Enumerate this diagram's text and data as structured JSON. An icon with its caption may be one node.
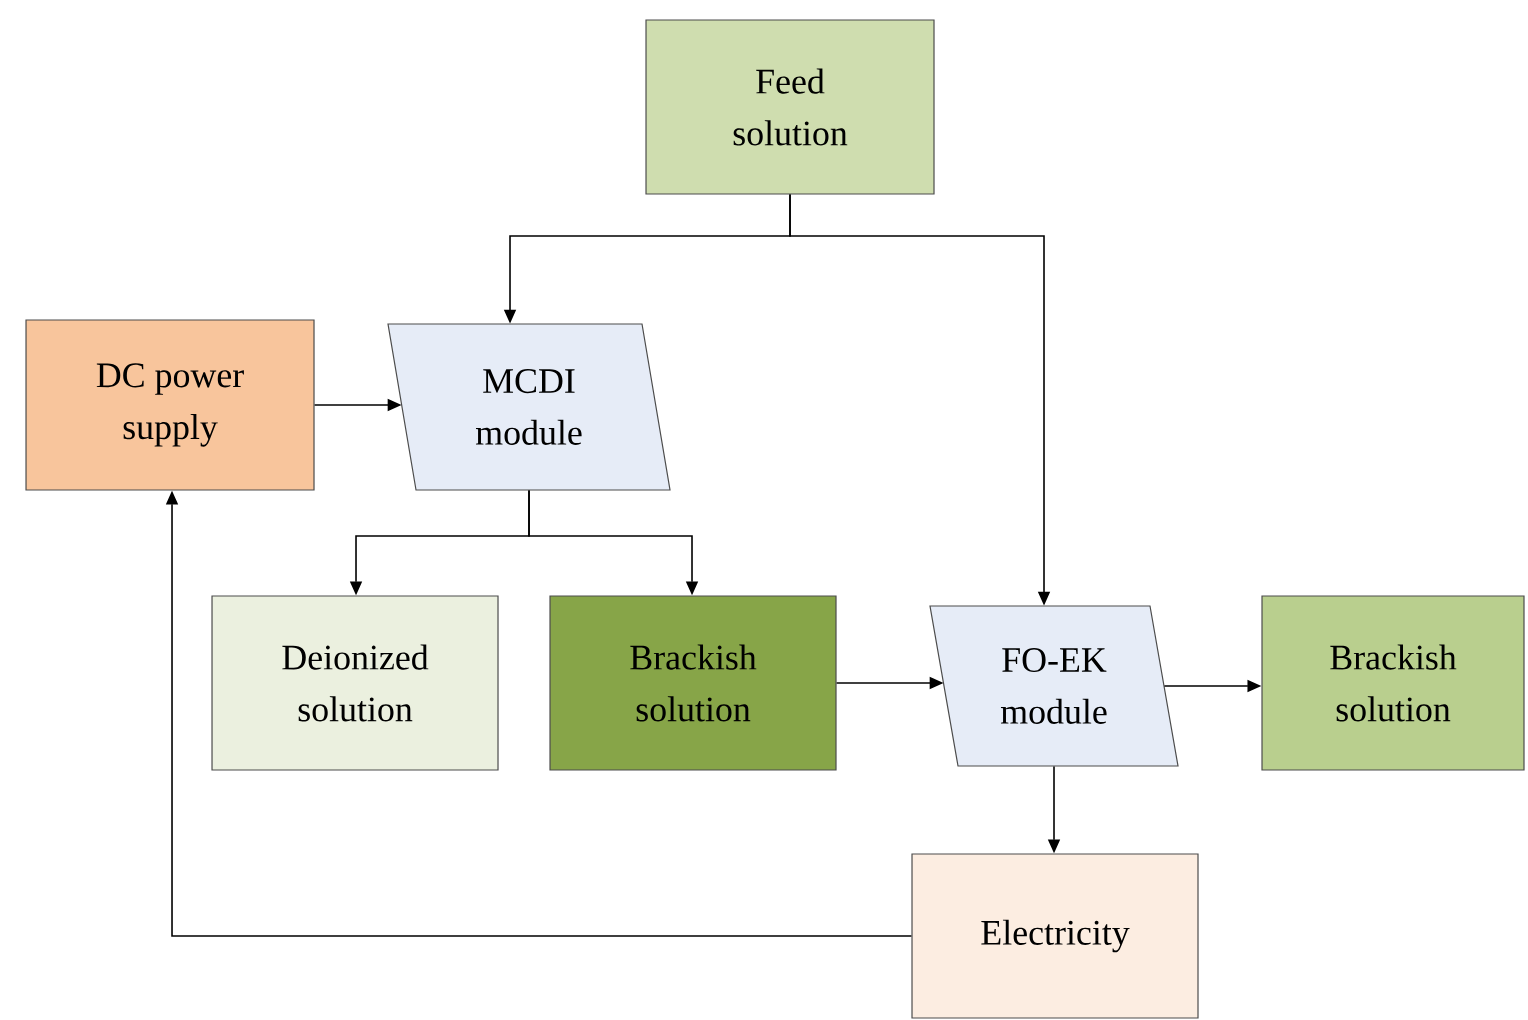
{
  "diagram": {
    "nodes": [
      {
        "text": [
          "Feed solution"
        ]
      },
      {
        "text": [
          "DC power supply"
        ]
      },
      {
        "text": [
          "MCDI module"
        ]
      },
      {
        "text": [
          "Deionized solution"
        ]
      },
      {
        "text": [
          "Brackish solution"
        ]
      },
      {
        "text": [
          "FO-EK module"
        ]
      },
      {
        "text": [
          "Brackish solution"
        ]
      },
      {
        "text": [
          "Electricity"
        ]
      }
    ],
    "edges": [
      {
        "from": 0,
        "to": 2,
        "arrow": "to"
      },
      {
        "from": 0,
        "to": 5,
        "arrow": "to"
      },
      {
        "from": 1,
        "to": 2,
        "arrow": "to"
      },
      {
        "from": 2,
        "to": 3,
        "arrow": "to"
      },
      {
        "from": 2,
        "to": 4,
        "arrow": "to"
      },
      {
        "from": 4,
        "to": 5,
        "arrow": "to"
      },
      {
        "from": 5,
        "to": 6,
        "arrow": "to"
      },
      {
        "from": 5,
        "to": 7,
        "arrow": "to"
      },
      {
        "from": 7,
        "to": 1,
        "arrow": "to"
      }
    ]
  }
}
